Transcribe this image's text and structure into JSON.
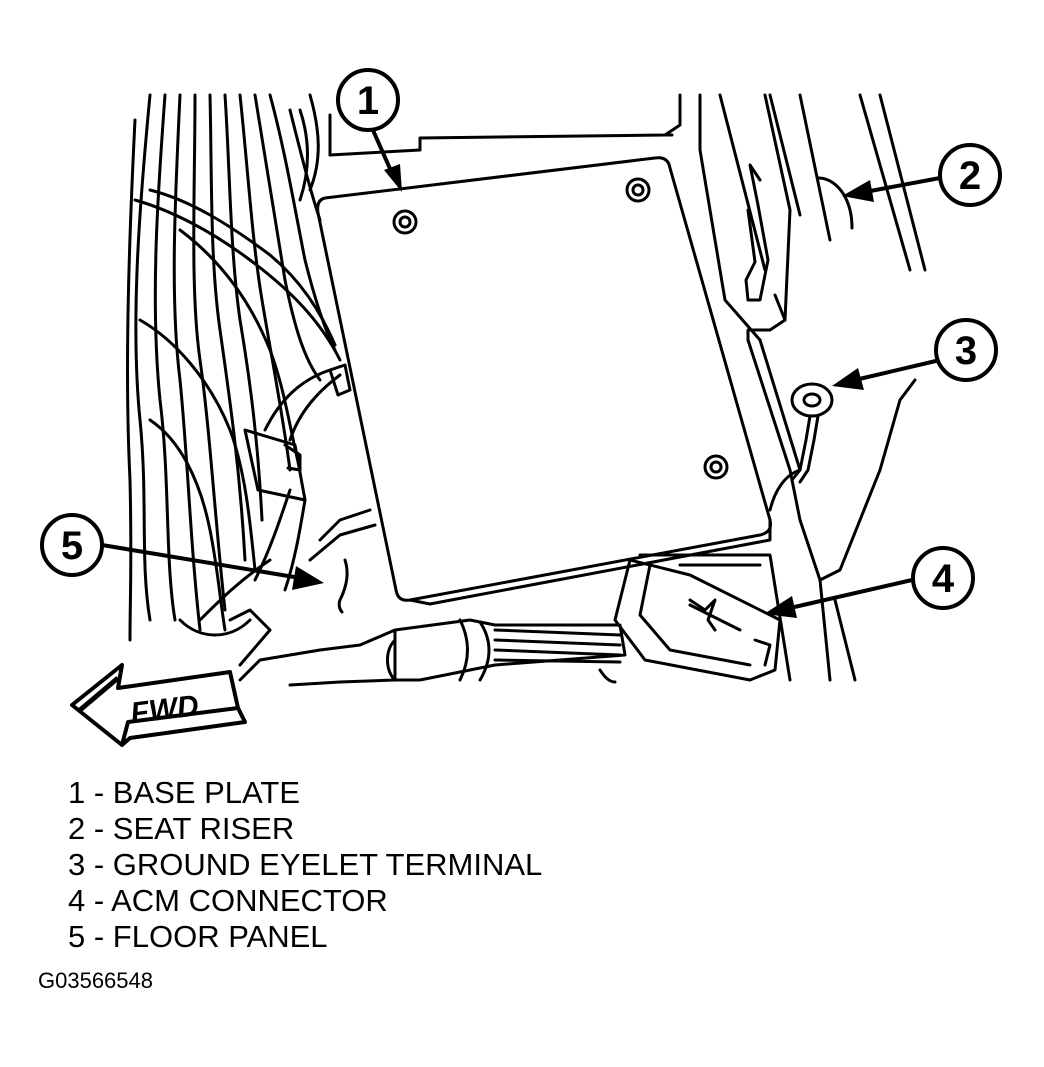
{
  "callouts": [
    {
      "number": "1",
      "label": "BASE PLATE"
    },
    {
      "number": "2",
      "label": "SEAT RISER"
    },
    {
      "number": "3",
      "label": "GROUND EYELET TERMINAL"
    },
    {
      "number": "4",
      "label": "ACM CONNECTOR"
    },
    {
      "number": "5",
      "label": "FLOOR PANEL"
    }
  ],
  "legend": [
    "1 - BASE PLATE",
    "2 - SEAT RISER",
    "3 - GROUND EYELET TERMINAL",
    "4 - ACM CONNECTOR",
    "5 - FLOOR PANEL"
  ],
  "direction_label": "FWD",
  "figure_id": "G03566548"
}
